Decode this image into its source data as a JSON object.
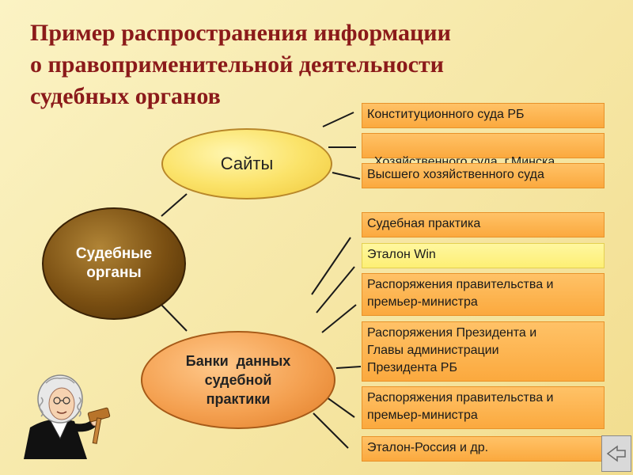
{
  "title_lines": [
    "Пример распространения информации",
    "о правоприменительной деятельности",
    "судебных органов"
  ],
  "nodes": {
    "sites": "Сайты",
    "courts": [
      "Судебные",
      "органы"
    ],
    "banks": [
      "Банки  данных",
      "судебной",
      "практики"
    ]
  },
  "site_items": [
    "Конституционного суда РБ",
    "Хозяйственного суда  г.Минска",
    "Высшего хозяйственного суда"
  ],
  "bank_items": [
    "Судебная практика",
    "Эталон Win",
    [
      "Распоряжения правительства и",
      "премьер-министра"
    ],
    [
      "Распоряжения Президента и",
      "Главы администрации",
      "Президента РБ"
    ],
    [
      "Распоряжения правительства и",
      "премьер-министра"
    ],
    "Эталон-Россия и др."
  ],
  "colors": {
    "title": "#8b1a1a",
    "sites_fill": "#fbe36a",
    "courts_fill": "#7a4f12",
    "banks_fill": "#f4a050",
    "box_orange": "#fba93e",
    "box_yellow": "#fdef74"
  },
  "icons": {
    "judge": "judge-with-gavel-icon",
    "nav": "back-arrow-icon"
  }
}
